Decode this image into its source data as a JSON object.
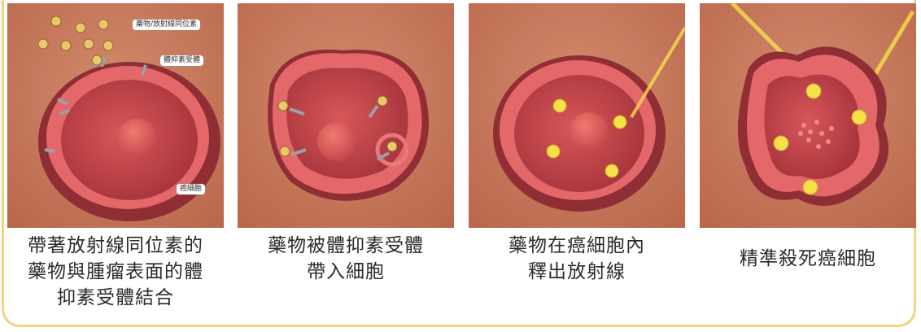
{
  "panels": [
    {
      "caption": "帶著放射線同位素的\n藥物與腫瘤表面的體\n抑素受體結合",
      "labels": {
        "drug": "藥物/放射線同位素",
        "receptor": "體抑素受體",
        "cell": "癌細胞"
      }
    },
    {
      "caption": "藥物被體抑素受體\n帶入細胞"
    },
    {
      "caption": "藥物在癌細胞內\n釋出放射線"
    },
    {
      "caption": "精準殺死癌細胞"
    }
  ],
  "colors": {
    "tissue": "#c9775a",
    "cell_wall": "#d9545a",
    "cell_inner": "#c94a4e",
    "nucleus": "#e0605a",
    "radiation": "#f5e04a",
    "frame": "#f3d47a"
  }
}
